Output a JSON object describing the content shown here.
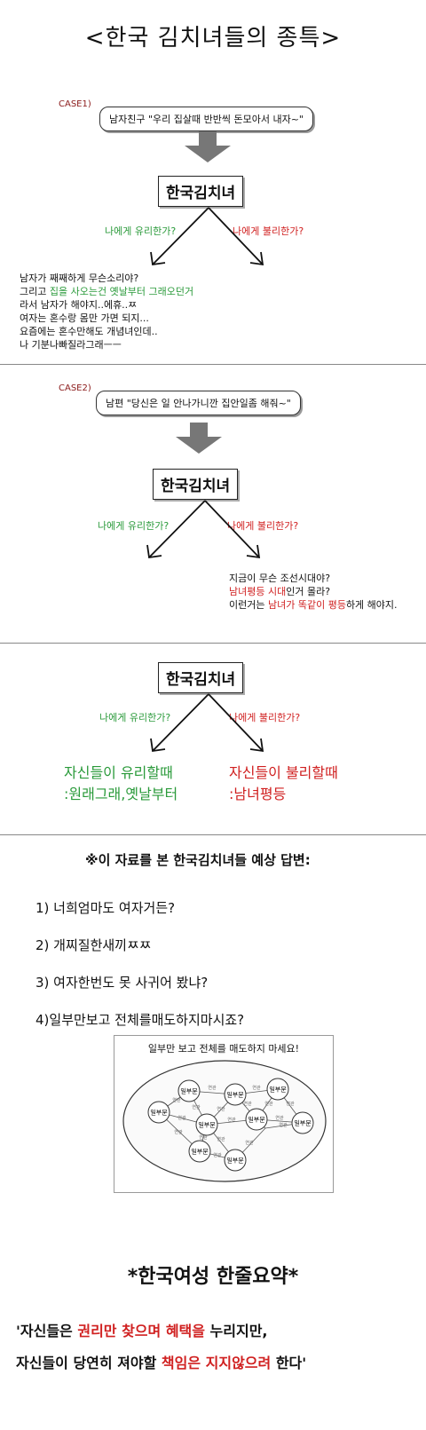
{
  "title": "<한국 김치녀들의 종특>",
  "case1": {
    "label": "CASE1)",
    "quote": "남자친구 \"우리 집살때 반반씩 돈모아서 내자~\"",
    "box": "한국김치녀",
    "left_label": "나에게 유리한가?",
    "right_label": "나에게 불리한가?",
    "lines": [
      [
        {
          "t": "남자가 째째하게 무슨소리야?",
          "c": ""
        }
      ],
      [
        {
          "t": "그리고 ",
          "c": ""
        },
        {
          "t": "집을 사오는건 옛날부터 그래오던거",
          "c": "green"
        }
      ],
      [
        {
          "t": "라서 남자가 해야지..에휴..ㅉ",
          "c": ""
        }
      ],
      [
        {
          "t": "여자는 혼수랑 몸만 가면 되지...",
          "c": ""
        }
      ],
      [
        {
          "t": "요즘에는 혼수만해도 개념녀인데..",
          "c": ""
        }
      ],
      [
        {
          "t": "나 기분나빠질라그래ㅡㅡ",
          "c": ""
        }
      ]
    ]
  },
  "case2": {
    "label": "CASE2)",
    "quote": "남편 \"당신은 일 안나가니깐 집안일좀 해줘~\"",
    "box": "한국김치녀",
    "left_label": "나에게 유리한가?",
    "right_label": "나에게 불리한가?",
    "lines": [
      [
        {
          "t": "지금이 무슨 조선시대야?",
          "c": ""
        }
      ],
      [
        {
          "t": "남녀평등 시대",
          "c": "red"
        },
        {
          "t": "인거 몰라?",
          "c": ""
        }
      ],
      [
        {
          "t": "이런거는 ",
          "c": ""
        },
        {
          "t": "남녀가 똑같이 평등",
          "c": "red"
        },
        {
          "t": "하게 해야지.",
          "c": ""
        }
      ]
    ]
  },
  "summary_diagram": {
    "box": "한국김치녀",
    "left_label": "나에게 유리한가?",
    "right_label": "나에게 불리한가?",
    "left_line1": "자신들이 유리할때",
    "left_line2": ":원래그래,옛날부터",
    "right_line1": "자신들이 불리할때",
    "right_line2": ":남녀평등"
  },
  "expected": {
    "heading": "※이 자료를 본 한국김치녀들 예상 답변:",
    "answers": [
      "1) 너희엄마도 여자거든?",
      "2) 개찌질한새끼ㅉㅉ",
      "3) 여자한번도 못 사귀어 봤냐?",
      "4)일부만보고 전체를매도하지마시죠?"
    ],
    "diagram_title": "일부만 보고 전체를 매도하지 마세요!",
    "node_label": "일부분",
    "link_label": "연관"
  },
  "conclusion": {
    "title": "*한국여성 한줄요약*",
    "line1": [
      {
        "t": "'자신들은 ",
        "c": ""
      },
      {
        "t": "권리만 찾으며 혜택을",
        "c": "red"
      },
      {
        "t": " 누리지만,",
        "c": ""
      }
    ],
    "line2": [
      {
        "t": "자신들이 당연히 져야할 ",
        "c": ""
      },
      {
        "t": "책임은 지지않으려",
        "c": "red"
      },
      {
        "t": " 한다'",
        "c": ""
      }
    ]
  },
  "colors": {
    "green": "#2a9a3a",
    "red": "#d02020",
    "case_label": "#8b1a1a"
  }
}
